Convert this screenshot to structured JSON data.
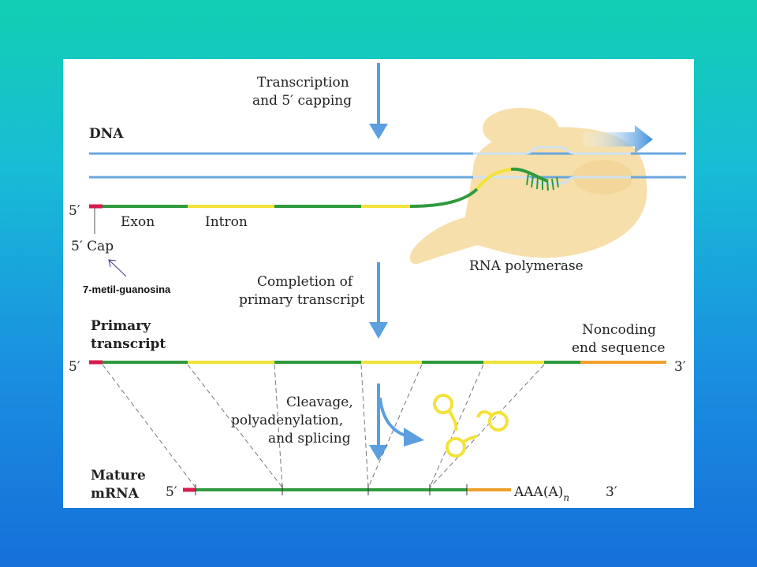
{
  "labels": {
    "step1_line1": "Transcription",
    "step1_line2": "and 5′ capping",
    "dna": "DNA",
    "five_prime": "5′",
    "exon": "Exon",
    "intron": "Intron",
    "cap": "5′ Cap",
    "methyl_guanosine": "7-metil-guanosina",
    "rna_polymerase": "RNA polymerase",
    "step2_line1": "Completion of",
    "step2_line2": "primary transcript",
    "primary_line1": "Primary",
    "primary_line2": "transcript",
    "noncoding_line1": "Noncoding",
    "noncoding_line2": "end sequence",
    "three_prime": "3′",
    "step3_line1": "Cleavage,",
    "step3_line2": "polyadenylation,",
    "step3_line3": "and splicing",
    "mature_line1": "Mature",
    "mature_line2": "mRNA",
    "polyA": "AAA(A)",
    "polyA_sub": "n"
  },
  "colors": {
    "exon": "#2f9a3e",
    "intron": "#f3e23a",
    "cap": "#d81b4f",
    "noncoding": "#f0a02f",
    "dna": "#6aa7de",
    "arrow": "#5b9fe0",
    "polymerase": "#f6dfaa"
  }
}
